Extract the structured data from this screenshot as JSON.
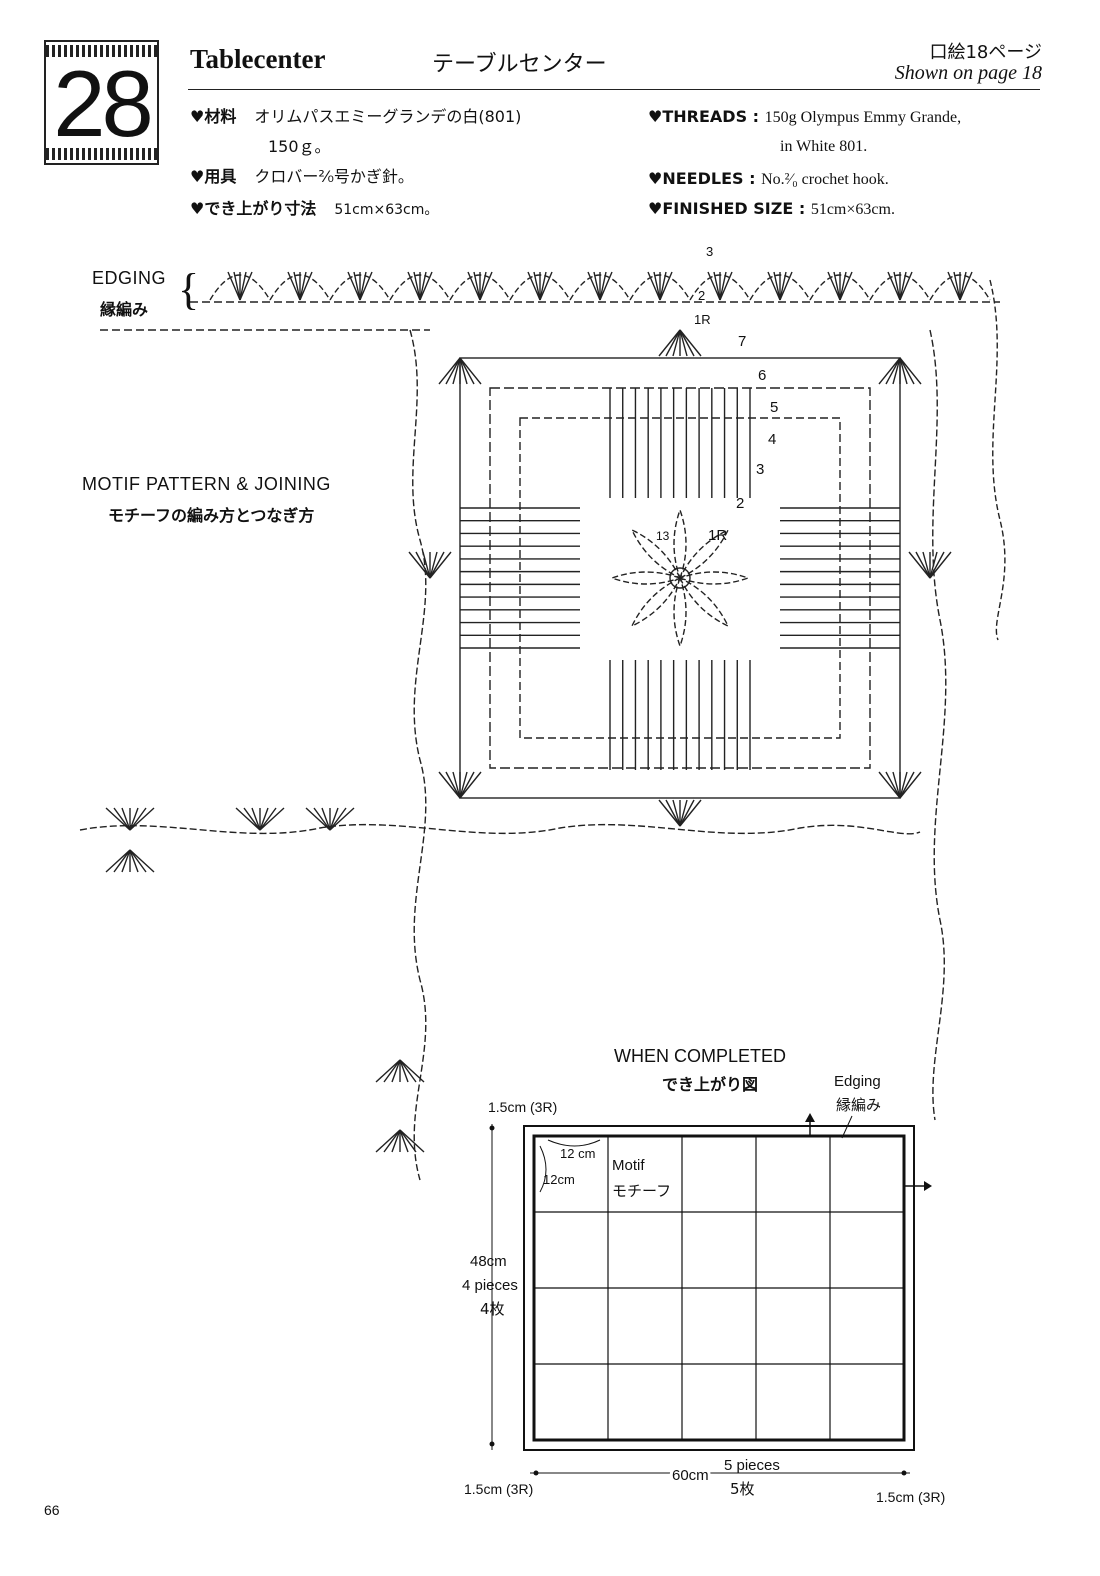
{
  "header": {
    "number": "28",
    "title_en": "Tablecenter",
    "title_jp": "テーブルセンター",
    "page_ref_jp": "口絵18ページ",
    "page_ref_en": "Shown on page 18"
  },
  "specs_jp": {
    "materials_label": "♥材料",
    "materials_value": "オリムパスエミーグランデの白(801)",
    "materials_value2": "150ｇ。",
    "tools_label": "♥用具",
    "tools_value": "クロバー²⁄₀号かぎ針。",
    "size_label": "♥でき上がり寸法",
    "size_value": "51cm×63cm。"
  },
  "specs_en": {
    "threads_label": "♥THREADS",
    "threads_value": "150g Olympus Emmy Grande,",
    "threads_value2": "in White 801.",
    "needles_label": "♥NEEDLES",
    "needles_value": "No.²⁄₀ crochet hook.",
    "size_label": "♥FINISHED SIZE",
    "size_value": "51cm×63cm."
  },
  "edging": {
    "label_en": "EDGING",
    "label_jp": "縁編み"
  },
  "motif_section": {
    "label_en": "MOTIF PATTERN & JOINING",
    "label_jp": "モチーフの編み方とつなぎ方"
  },
  "round_labels": [
    "1R",
    "2",
    "3",
    "4",
    "5",
    "6",
    "7",
    "13"
  ],
  "completed": {
    "label_en": "WHEN COMPLETED",
    "label_jp": "でき上がり図",
    "edging_en": "Edging",
    "edging_jp": "縁編み",
    "motif_en": "Motif",
    "motif_jp": "モチーフ",
    "cell_w": "12 cm",
    "cell_h": "12cm",
    "margin_top": "1.5cm (3R)",
    "margin_bl": "1.5cm (3R)",
    "margin_br": "1.5cm (3R)",
    "height_cm": "48cm",
    "height_pieces": "4 pieces",
    "height_pieces_jp": "4枚",
    "width_cm": "60cm",
    "width_pieces": "5 pieces",
    "width_pieces_jp": "5枚",
    "columns": 5,
    "rows": 4
  },
  "page_number": "66"
}
